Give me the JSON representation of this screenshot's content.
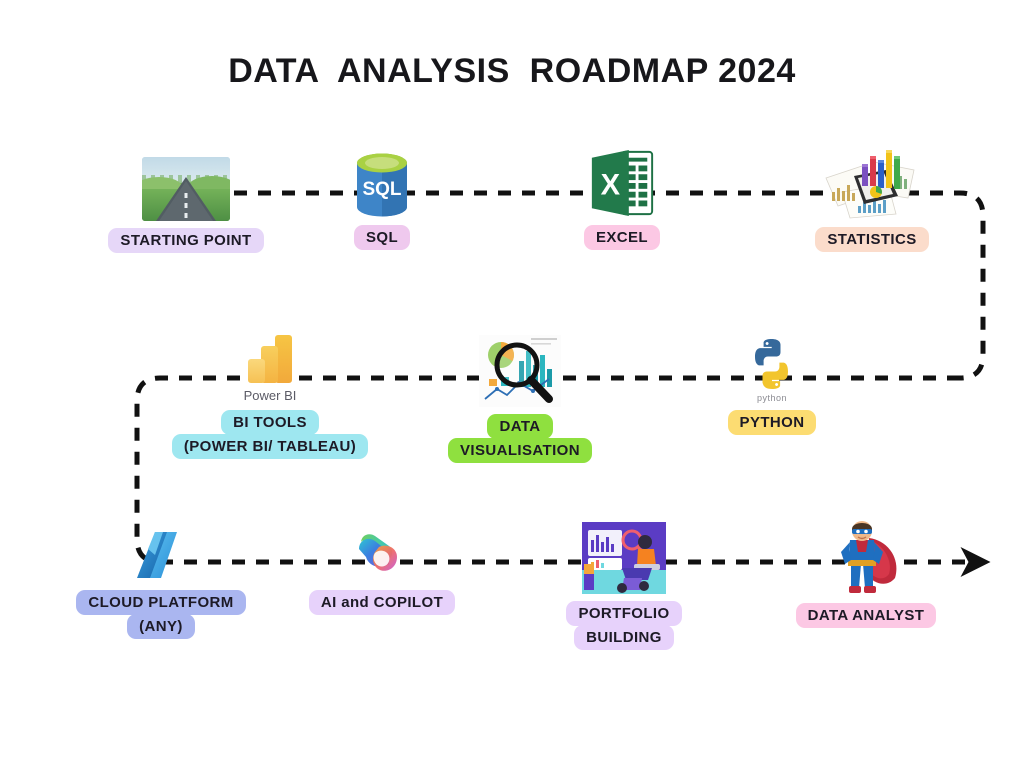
{
  "title": "DATA  ANALYSIS  ROADMAP 2024",
  "colors": {
    "background": "#ffffff",
    "title_text": "#17171b",
    "connector": "#111111",
    "badge_lavender_light": "#e6d7f8",
    "badge_pink_light": "#efc9ee",
    "badge_pink": "#fcc8e4",
    "badge_peach": "#fbdccb",
    "badge_cyan": "#9ee7f0",
    "badge_green": "#8fe03f",
    "badge_yellow": "#fcdc72",
    "badge_periwinkle": "#aab6f0",
    "badge_lilac": "#e7d2fb",
    "label_text": "#1d1a26"
  },
  "nodes": [
    {
      "id": "starting-point",
      "icon": "road-icon",
      "badge_color": "#e6d7f8",
      "lines": [
        "STARTING POINT"
      ]
    },
    {
      "id": "sql",
      "icon": "sql-database-icon",
      "badge_color": "#efc9ee",
      "lines": [
        "SQL"
      ]
    },
    {
      "id": "excel",
      "icon": "excel-icon",
      "badge_color": "#fcc8e4",
      "lines": [
        "EXCEL"
      ]
    },
    {
      "id": "statistics",
      "icon": "statistics-charts-icon",
      "badge_color": "#fbdccb",
      "lines": [
        "STATISTICS"
      ]
    },
    {
      "id": "bi-tools",
      "icon": "power-bi-icon",
      "icon_caption": "Power BI",
      "badge_color": "#9ee7f0",
      "lines": [
        "BI TOOLS",
        "(POWER BI/ TABLEAU)"
      ]
    },
    {
      "id": "data-visualisation",
      "icon": "magnifier-chart-icon",
      "badge_color": "#8fe03f",
      "lines": [
        "DATA",
        "VISUALISATION"
      ]
    },
    {
      "id": "python",
      "icon": "python-icon",
      "icon_caption": "python",
      "badge_color": "#fcdc72",
      "lines": [
        "PYTHON"
      ]
    },
    {
      "id": "cloud-platform",
      "icon": "azure-icon",
      "badge_color": "#aab6f0",
      "lines": [
        "CLOUD PLATFORM",
        "(ANY)"
      ]
    },
    {
      "id": "ai-copilot",
      "icon": "copilot-icon",
      "badge_color": "#e7d2fb",
      "lines": [
        "AI and COPILOT"
      ]
    },
    {
      "id": "portfolio-building",
      "icon": "portfolio-illustration-icon",
      "badge_color": "#e7d2fb",
      "lines": [
        "PORTFOLIO",
        "BUILDING"
      ]
    },
    {
      "id": "data-analyst",
      "icon": "superhero-icon",
      "badge_color": "#fcc8e4",
      "lines": [
        "DATA ANALYST"
      ]
    }
  ],
  "flow": {
    "style": "dashed",
    "direction": "serpentine-left-to-right-then-right-to-left-then-left-to-right",
    "end_marker": "arrowhead"
  }
}
